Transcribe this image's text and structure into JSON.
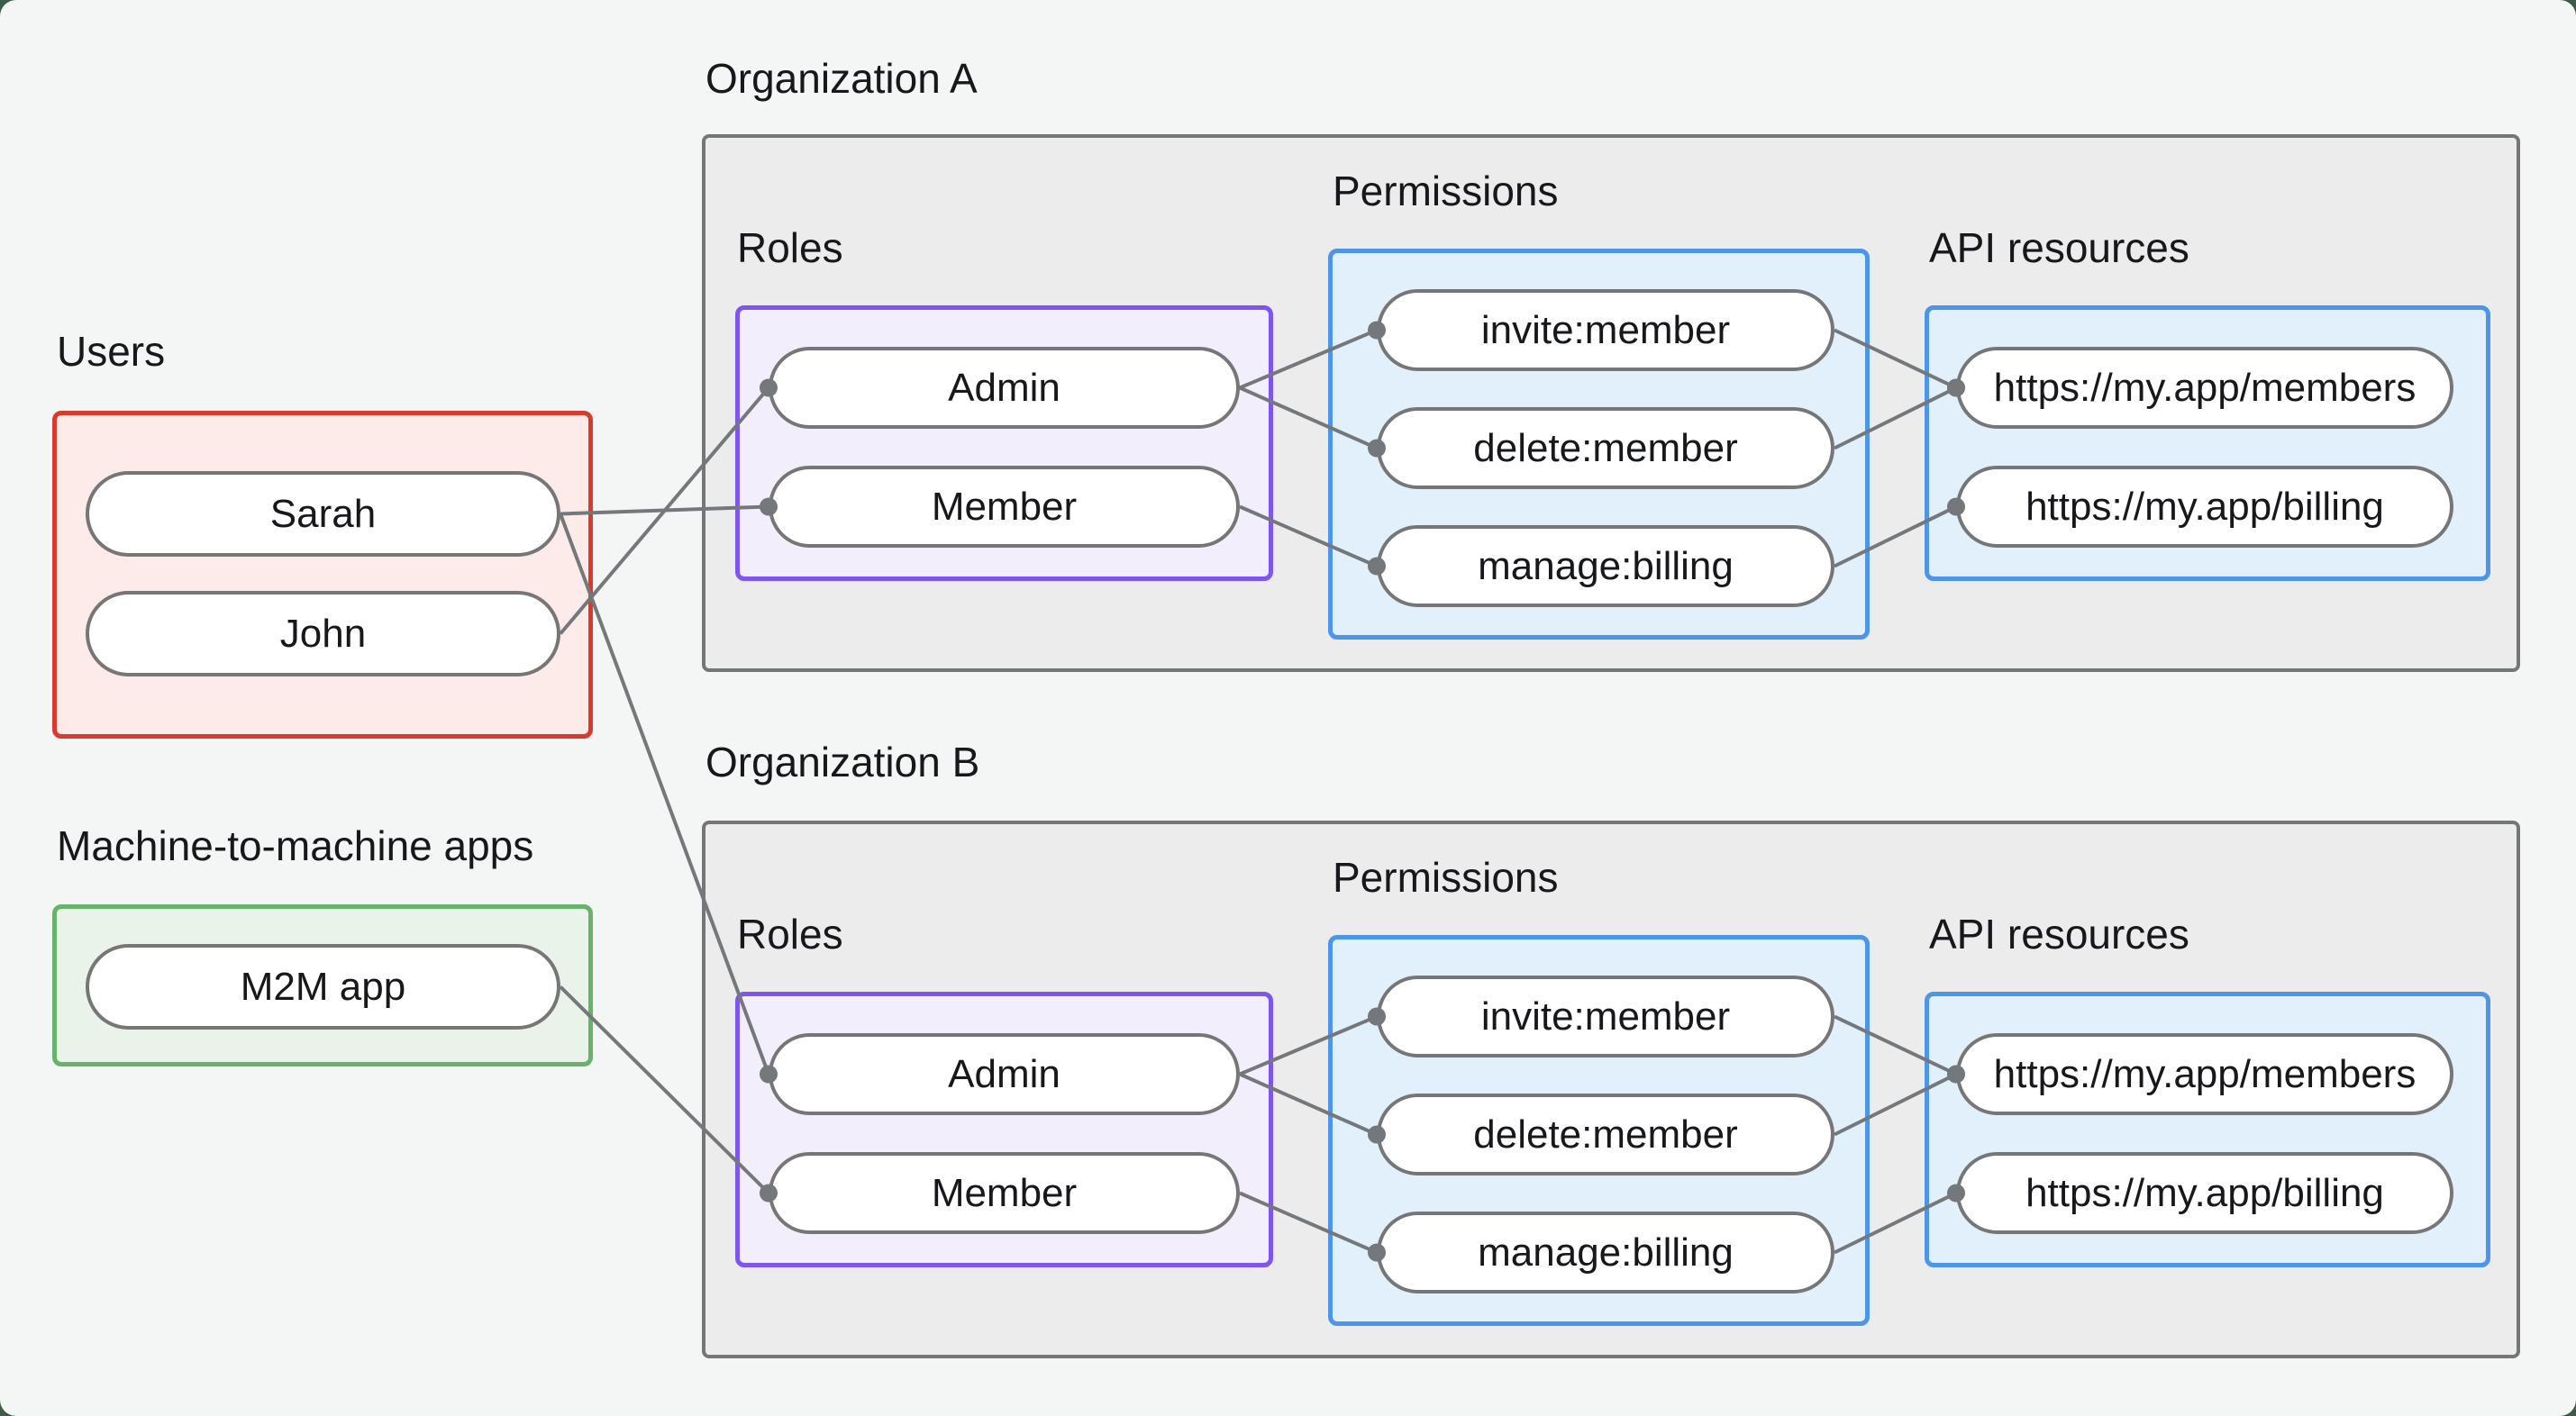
{
  "page": {
    "background": "#f4f6f5",
    "outer_background": "#3e5b4a"
  },
  "colors": {
    "connector": "#75787b",
    "org_border": "#747678",
    "users_border": "#d93a2e",
    "m2m_border": "#67b36b",
    "roles_border": "#7f55f0",
    "blue_border": "#4d95e8",
    "pill_border": "#767676"
  },
  "groups": {
    "users": {
      "label": "Users"
    },
    "m2m": {
      "label": "Machine-to-machine apps"
    },
    "orgA": {
      "title": "Organization A",
      "roles_label": "Roles",
      "permissions_label": "Permissions",
      "api_label": "API resources"
    },
    "orgB": {
      "title": "Organization B",
      "roles_label": "Roles",
      "permissions_label": "Permissions",
      "api_label": "API resources"
    }
  },
  "nodes": {
    "sarah": "Sarah",
    "john": "John",
    "m2m_app": "M2M app",
    "a_admin": "Admin",
    "a_member": "Member",
    "a_invite": "invite:member",
    "a_delete": "delete:member",
    "a_manage": "manage:billing",
    "a_members_api": "https://my.app/members",
    "a_billing_api": "https://my.app/billing",
    "b_admin": "Admin",
    "b_member": "Member",
    "b_invite": "invite:member",
    "b_delete": "delete:member",
    "b_manage": "manage:billing",
    "b_members_api": "https://my.app/members",
    "b_billing_api": "https://my.app/billing"
  },
  "links": [
    {
      "from": "sarah",
      "to": "a_member"
    },
    {
      "from": "john",
      "to": "a_admin"
    },
    {
      "from": "sarah",
      "to": "b_admin"
    },
    {
      "from": "m2m_app",
      "to": "b_member"
    },
    {
      "from": "a_admin",
      "to": "a_invite"
    },
    {
      "from": "a_admin",
      "to": "a_delete"
    },
    {
      "from": "a_member",
      "to": "a_manage"
    },
    {
      "from": "a_invite",
      "to": "a_members_api"
    },
    {
      "from": "a_delete",
      "to": "a_members_api"
    },
    {
      "from": "a_manage",
      "to": "a_billing_api"
    },
    {
      "from": "b_admin",
      "to": "b_invite"
    },
    {
      "from": "b_admin",
      "to": "b_delete"
    },
    {
      "from": "b_member",
      "to": "b_manage"
    },
    {
      "from": "b_invite",
      "to": "b_members_api"
    },
    {
      "from": "b_delete",
      "to": "b_members_api"
    },
    {
      "from": "b_manage",
      "to": "b_billing_api"
    }
  ],
  "link_style": {
    "stroke_width": 4,
    "dot_radius": 10
  }
}
